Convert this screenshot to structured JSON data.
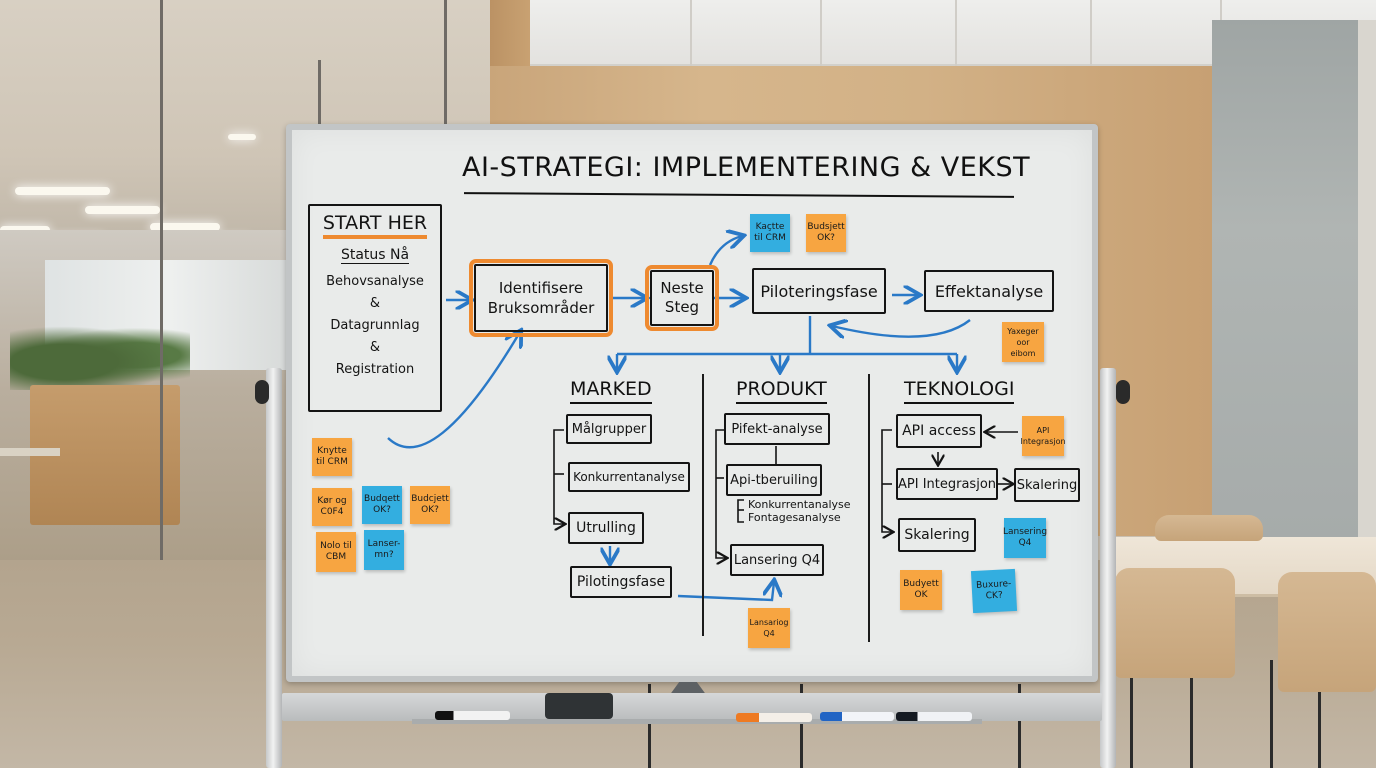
{
  "scene": {
    "description": "Whiteboard on mobile stand in a modern office meeting room",
    "colors": {
      "board_surface": "#e9ebea",
      "ink_black": "#141414",
      "marker_blue": "#2a79c7",
      "highlight_orange": "#ee8a30",
      "sticky_orange": "#f7a541",
      "sticky_blue": "#33aee0",
      "wood_wall": "#d2b186",
      "concrete_wall": "#a6abaa"
    }
  },
  "whiteboard": {
    "title": "AI-STRATEGI: IMPLEMENTERING & VEKST",
    "start_box": {
      "heading": "START HER",
      "subheading": "Status Nå",
      "lines": [
        "Behovsanalyse",
        "&",
        "Datagrunnlag",
        "&",
        "Registration"
      ]
    },
    "flow": {
      "identify": [
        "Identifisere",
        "Bruksområder"
      ],
      "next_step": [
        "Neste",
        "Steg"
      ],
      "pilot": "Piloteringsfase",
      "effect": "Effektanalyse"
    },
    "columns": {
      "marked": {
        "header": "MARKED",
        "items": [
          "Målgrupper",
          "Konkurrentanalyse",
          "Utrulling",
          "Pilotingsfase"
        ]
      },
      "produkt": {
        "header": "PRODUKT",
        "items": [
          "Pifekt-analyse",
          "Api-tberuiling",
          "Lansering Q4"
        ],
        "sub_items": [
          "Konkurrentanalyse",
          "Fontagesanalyse"
        ]
      },
      "teknologi": {
        "header": "TEKNOLOGI",
        "items": [
          "API access",
          "API Integrasjon",
          "Skalering",
          "Skalering"
        ]
      }
    },
    "stickies": [
      {
        "text": "Kaçtte til CRM",
        "color": "blue"
      },
      {
        "text": "Budsjett OK?",
        "color": "orange"
      },
      {
        "text": "Yaxeger oor eibom",
        "color": "orange"
      },
      {
        "text": "Knytte til CRM",
        "color": "orange"
      },
      {
        "text": "Kør og C0F4",
        "color": "orange"
      },
      {
        "text": "Budqett OK?",
        "color": "blue"
      },
      {
        "text": "Budcjett OK?",
        "color": "orange"
      },
      {
        "text": "Nolo til CBM",
        "color": "orange"
      },
      {
        "text": "Lanser-mn?",
        "color": "blue"
      },
      {
        "text": "Lansariog Q4",
        "color": "orange"
      },
      {
        "text": "API Integrasjon",
        "color": "orange"
      },
      {
        "text": "Lansering Q4",
        "color": "blue"
      },
      {
        "text": "Budyett OK",
        "color": "orange"
      },
      {
        "text": "Buxure-CK?",
        "color": "blue"
      }
    ]
  },
  "tray": {
    "markers": [
      "black",
      "orange",
      "blue",
      "black"
    ],
    "eraser": "eraser"
  }
}
